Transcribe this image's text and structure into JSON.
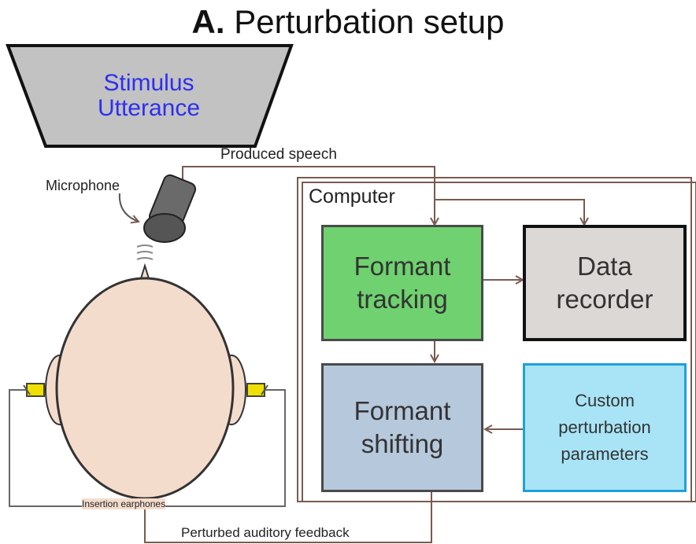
{
  "title": {
    "prefix": "A.",
    "text": "Perturbation setup"
  },
  "stimulus": {
    "text": "Stimulus\nUtterance",
    "text_color": "#2e2ef0"
  },
  "labels": {
    "produced_speech": "Produced speech",
    "microphone": "Microphone",
    "computer": "Computer",
    "insertion_earphones": "Insertion earphones",
    "perturbed_feedback": "Perturbed auditory feedback"
  },
  "blocks": {
    "formant_tracking": {
      "text": "Formant\ntracking",
      "fill": "#6fd16f"
    },
    "data_recorder": {
      "text": "Data\nrecorder",
      "fill": "#dcd8d6"
    },
    "formant_shifting": {
      "text": "Formant\nshifting",
      "fill": "#b6c8dc"
    },
    "custom_parameters": {
      "text": "Custom\nperturbation\nparameters",
      "fill": "#a8e4f6"
    }
  },
  "colors": {
    "arrow": "#7a5a50",
    "head": "#f4dccd",
    "earphone": "#f0e000",
    "monitor": "#c2c2c2"
  }
}
